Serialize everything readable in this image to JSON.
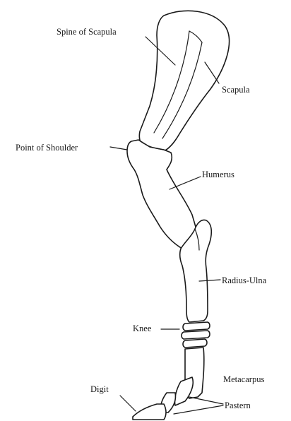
{
  "diagram": {
    "labels": {
      "spine_of_scapula": "Spine of Scapula",
      "scapula": "Scapula",
      "point_of_shoulder": "Point of Shoulder",
      "humerus": "Humerus",
      "radius_ulna": "Radius-Ulna",
      "knee": "Knee",
      "metacarpus": "Metacarpus",
      "digit": "Digit",
      "pastern": "Pastern"
    },
    "colors": {
      "ink": "#1a1a1a",
      "background": "#ffffff"
    }
  }
}
